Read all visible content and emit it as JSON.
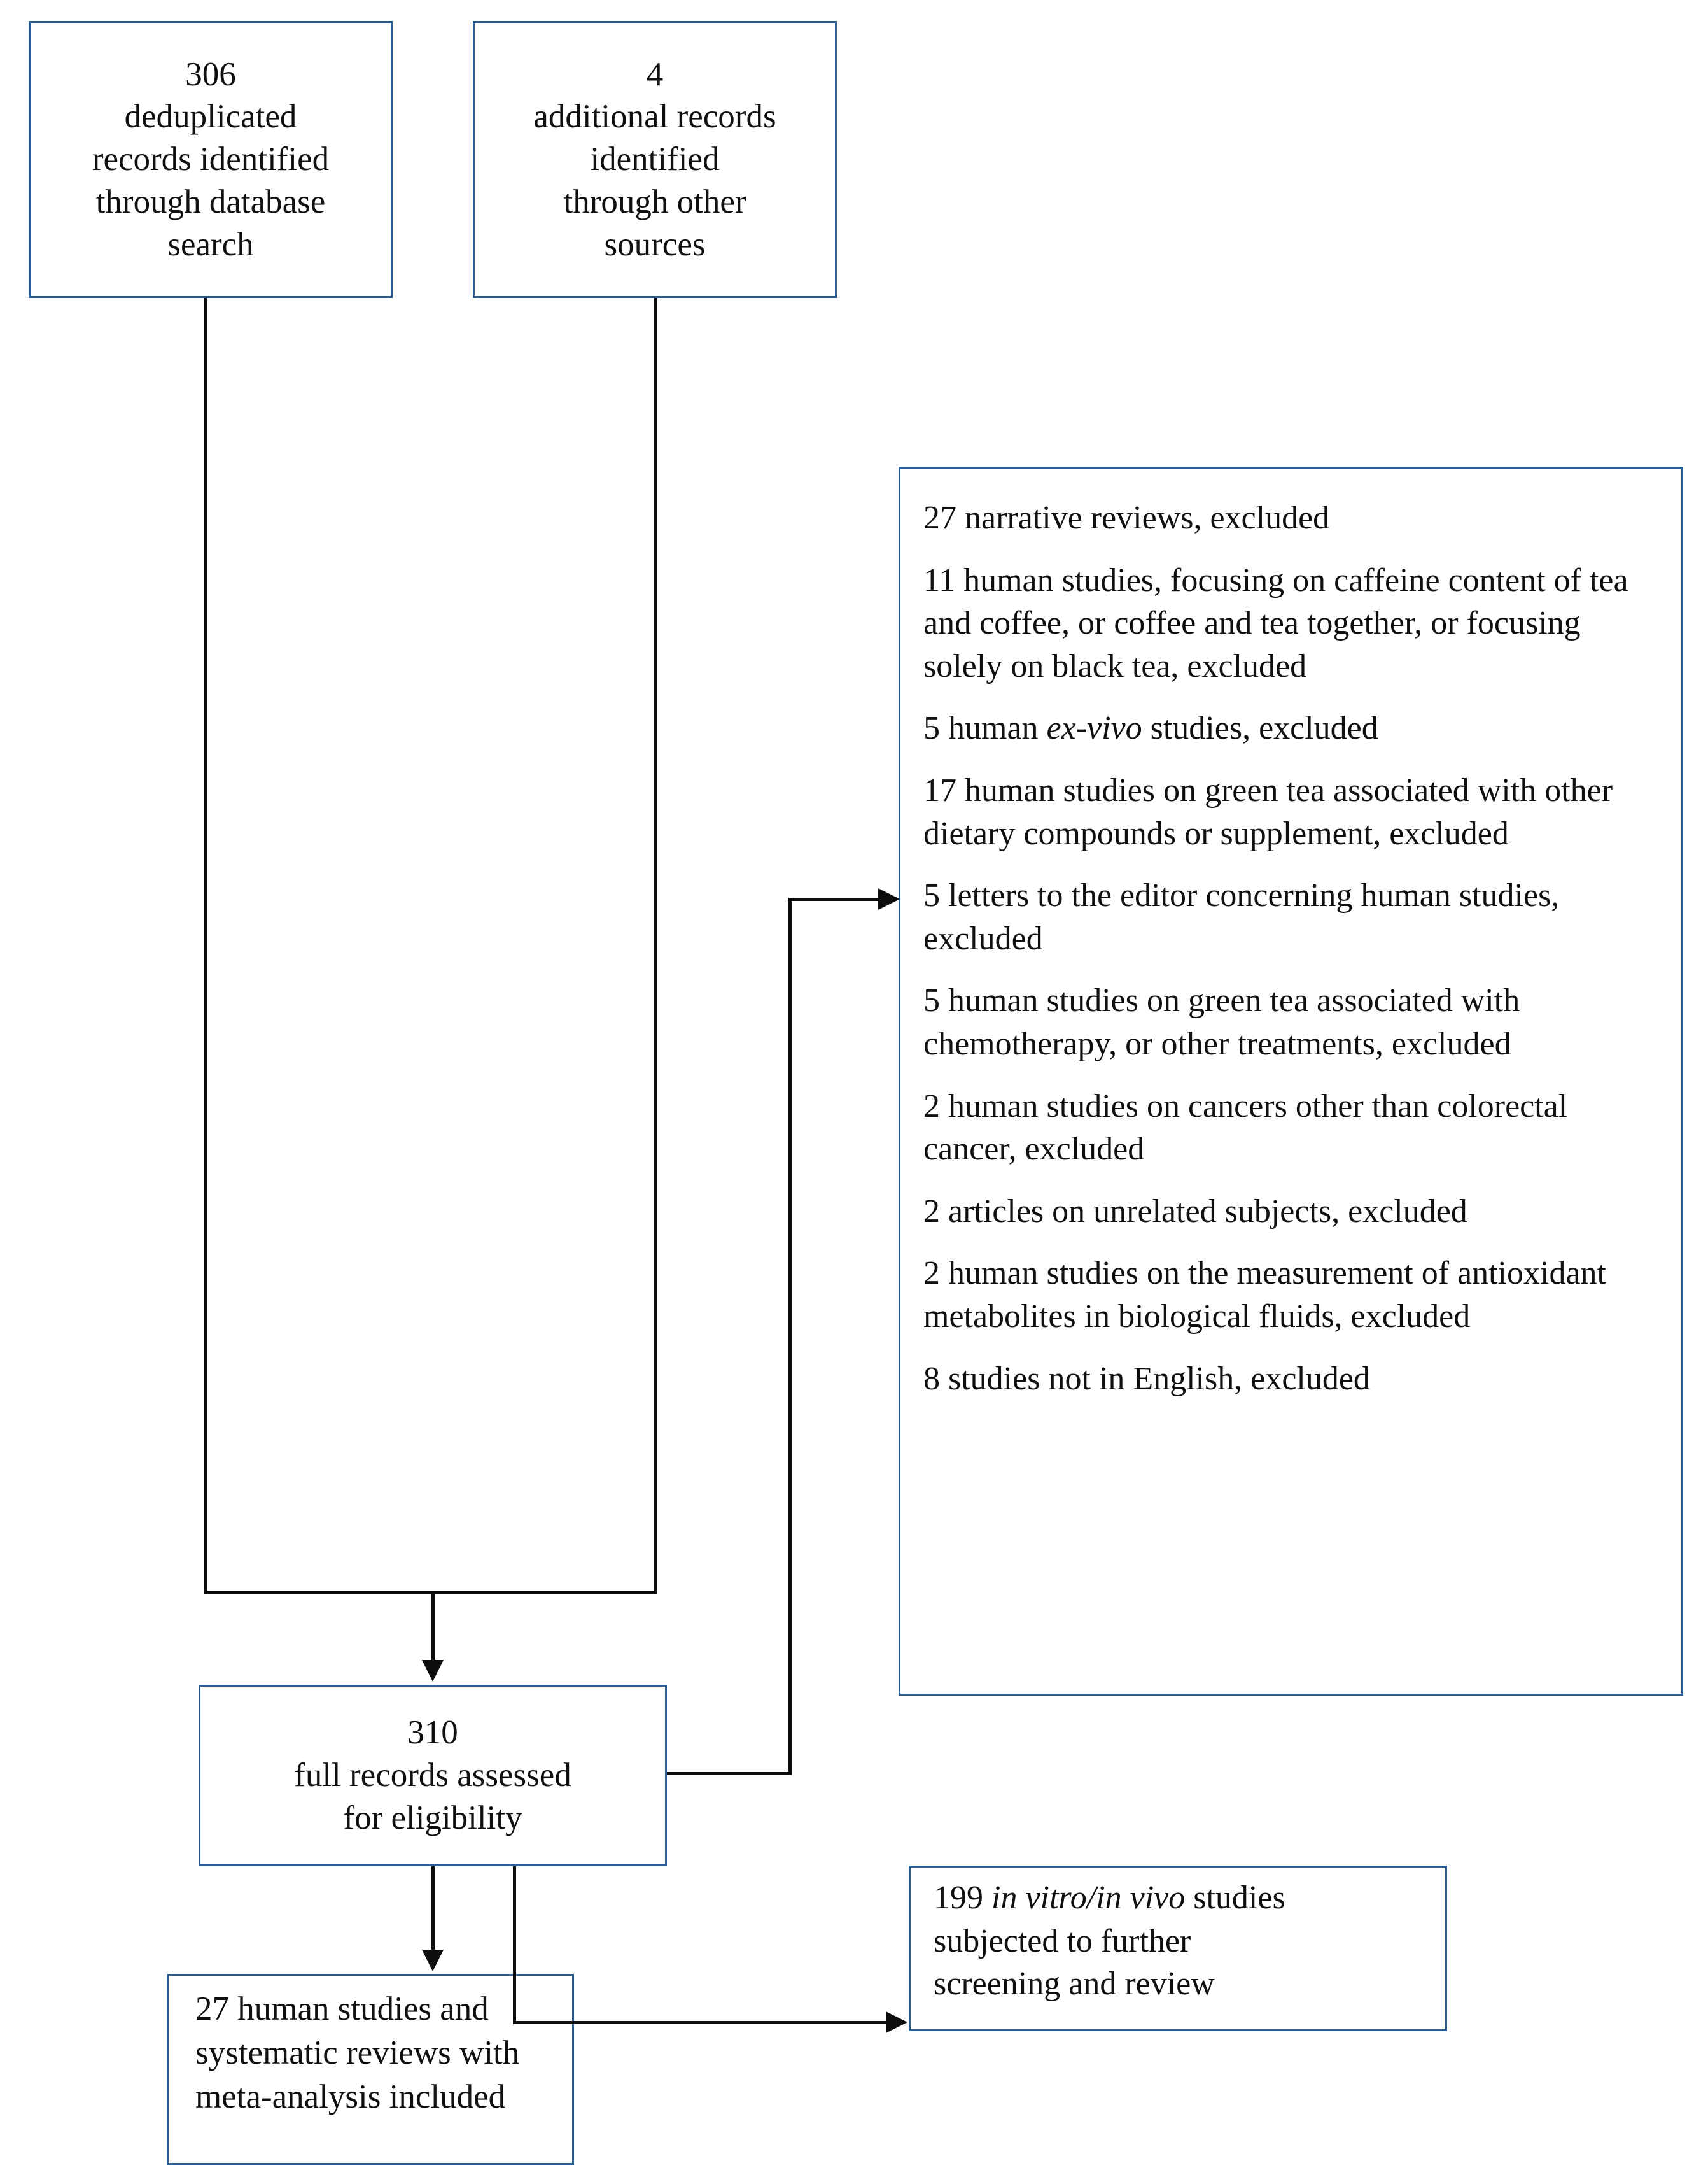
{
  "diagram": {
    "type": "prisma-flow-diagram",
    "accent_border_color": "#2d5e93",
    "connector_color": "#0d0d0d",
    "background_color": "#ffffff"
  },
  "boxes": {
    "database_records": {
      "count": "306",
      "lines": [
        "306",
        "deduplicated",
        "records  identified",
        "through database",
        "search"
      ]
    },
    "other_records": {
      "count": "4",
      "lines": [
        "4",
        "additional  records",
        "identified",
        "through other",
        "sources"
      ]
    },
    "full_records": {
      "count": "310",
      "lines": [
        "310",
        "full records  assessed",
        "for eligibility"
      ]
    },
    "included": {
      "count": "27",
      "lines": [
        "27 human studies  and",
        "systematic  reviews  with",
        "meta-analysis  included"
      ]
    },
    "in_vitro_vivo": {
      "count": "199",
      "line1_prefix": "199 ",
      "line1_italic": "in vitro/in vivo",
      "line1_suffix": " studies",
      "line2": "subjected  to further",
      "line3": "screening  and review"
    }
  },
  "excluded": {
    "items": [
      {
        "count": "27",
        "text": "27 narrative  reviews,  excluded"
      },
      {
        "count": "11",
        "text": "11 human studies,  focusing  on caffeine content of tea and coffee, or coffee  and tea together, or focusing  solely  on black tea, excluded"
      },
      {
        "count": "5",
        "prefix": "5 human ",
        "italic": "ex-vivo",
        "suffix": " studies,  excluded"
      },
      {
        "count": "17",
        "text": "17 human studies  on green tea associated with other  dietary compounds  or supplement,  excluded"
      },
      {
        "count": "5",
        "text": "5 letters  to the editor  concerning  human studies,  excluded"
      },
      {
        "count": "5",
        "text": "5 human studies  on green tea associated with chemotherapy,  or other treatments, excluded"
      },
      {
        "count": "2",
        "text": "2 human studies  on cancers  other than colorectal  cancer, excluded"
      },
      {
        "count": "2",
        "text": "2 articles  on unrelated  subjects, excluded"
      },
      {
        "count": "2",
        "text": "2 human studies  on the measurement  of antioxidant  metabolites  in biological fluids,  excluded"
      },
      {
        "count": "8",
        "text": "8 studies  not in English, excluded"
      }
    ]
  }
}
